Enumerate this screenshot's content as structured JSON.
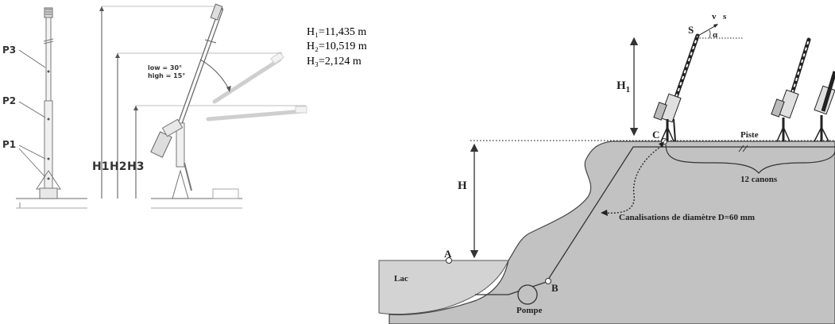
{
  "left_diagram": {
    "pole_labels": {
      "p3": "P3",
      "p2": "P2",
      "p1": "P1"
    },
    "height_labels": {
      "h1": "H1",
      "h2": "H2",
      "h3": "H3"
    },
    "angle_labels": {
      "low": "low = 30°",
      "high": "high = 15°"
    }
  },
  "heights": {
    "h1": "H₁=11,435 m",
    "h2": "H₂=10,519 m",
    "h3": "H₃=2,124 m"
  },
  "right_diagram": {
    "point_s": "S",
    "velocity": "v⃗s",
    "alpha": "α",
    "h1": "H",
    "h1_sub": "1",
    "h": "H",
    "point_c": "C",
    "piste": "Piste",
    "canons": "12 canons",
    "canalisations": "Canalisations de diamètre D=60 mm",
    "point_a": "A",
    "point_b": "B",
    "lac": "Lac",
    "pompe": "Pompe"
  }
}
